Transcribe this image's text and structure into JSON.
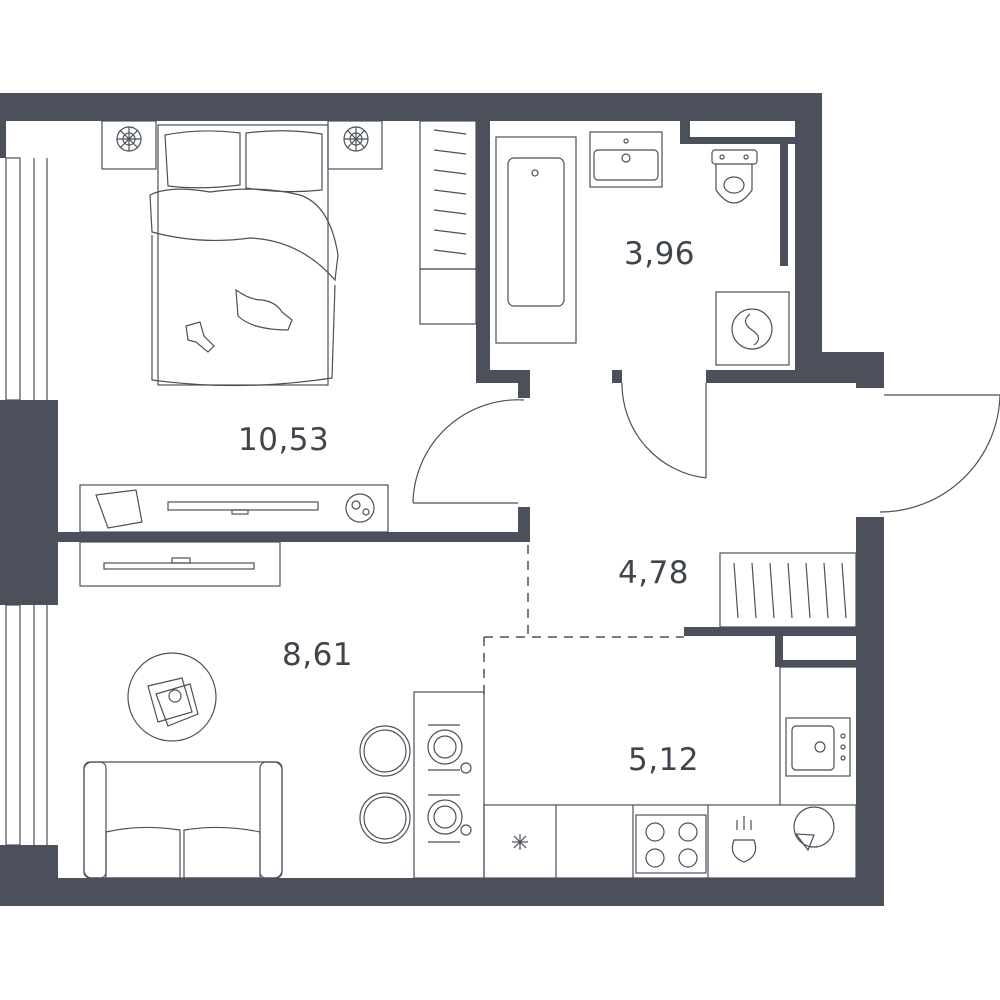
{
  "rooms": [
    {
      "id": "bedroom",
      "area": "10,53"
    },
    {
      "id": "bathroom",
      "area": "3,96"
    },
    {
      "id": "hallway",
      "area": "4,78"
    },
    {
      "id": "living",
      "area": "8,61"
    },
    {
      "id": "kitchen",
      "area": "5,12"
    }
  ],
  "colors": {
    "wall": "#4b505a",
    "line": "#4b505a",
    "background": "#ffffff"
  }
}
